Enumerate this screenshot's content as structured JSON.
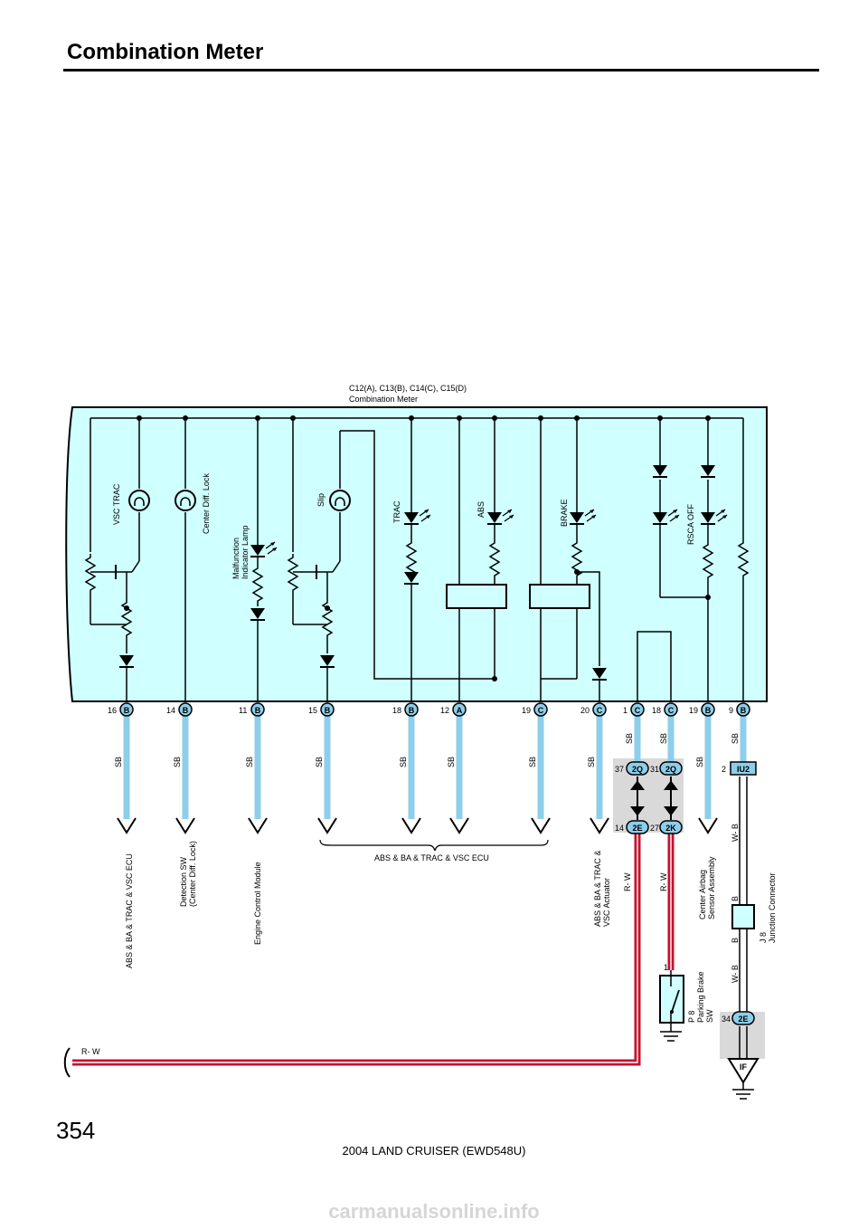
{
  "header": {
    "title": "Combination Meter"
  },
  "footer": {
    "page_number": "354",
    "model": "2004 LAND CRUISER (EWD548U)",
    "watermark": "carmanualsonline.info"
  },
  "meter": {
    "connectors": "C12(A), C13(B), C14(C), C15(D)",
    "name": "Combination Meter"
  },
  "indicators": {
    "vsc_trac": "VSC TRAC",
    "center_diff": "Center Diff.  Lock",
    "malfunction_1": "Malfunction",
    "malfunction_2": "Indicator Lamp",
    "slip": "Slip",
    "trac": "TRAC",
    "abs": "ABS",
    "brake": "BRAKE",
    "rsca_off": "RSCA OFF"
  },
  "pins": [
    {
      "num": "16",
      "conn": "B"
    },
    {
      "num": "14",
      "conn": "B"
    },
    {
      "num": "11",
      "conn": "B"
    },
    {
      "num": "15",
      "conn": "B"
    },
    {
      "num": "18",
      "conn": "B"
    },
    {
      "num": "12",
      "conn": "A"
    },
    {
      "num": "19",
      "conn": "C"
    },
    {
      "num": "20",
      "conn": "C"
    },
    {
      "num": "1",
      "conn": "C"
    },
    {
      "num": "18",
      "conn": "C"
    },
    {
      "num": "19",
      "conn": "B"
    },
    {
      "num": "9",
      "conn": "B"
    }
  ],
  "wires": {
    "sb": "SB",
    "rw": "R- W",
    "wb": "W- B",
    "b": "B"
  },
  "junctions": {
    "p37": "37",
    "c2q": "2Q",
    "p31": "31",
    "p14": "14",
    "c2e": "2E",
    "p27": "27",
    "c2k": "2K",
    "p2": "2",
    "ciu2": "IU2",
    "p34": "34",
    "p1": "1",
    "gnd_if": "IF"
  },
  "destinations": {
    "abs_ecu_1": "ABS & BA & TRAC & VSC ECU",
    "detection_1": "Detection SW",
    "detection_2": "(Center Diff.  Lock)",
    "ecm": "Engine Control Module",
    "abs_ecu_group": "ABS & BA & TRAC & VSC ECU",
    "actuator_1": "ABS & BA & TRAC &",
    "actuator_2": "VSC Actuator",
    "airbag_1": "Center Airbag",
    "airbag_2": "Sensor Assembly",
    "jc_1": "J 8",
    "jc_2": "Junction Connector",
    "pb_1": "P 8",
    "pb_2": "Parking Brake",
    "pb_3": "SW"
  }
}
